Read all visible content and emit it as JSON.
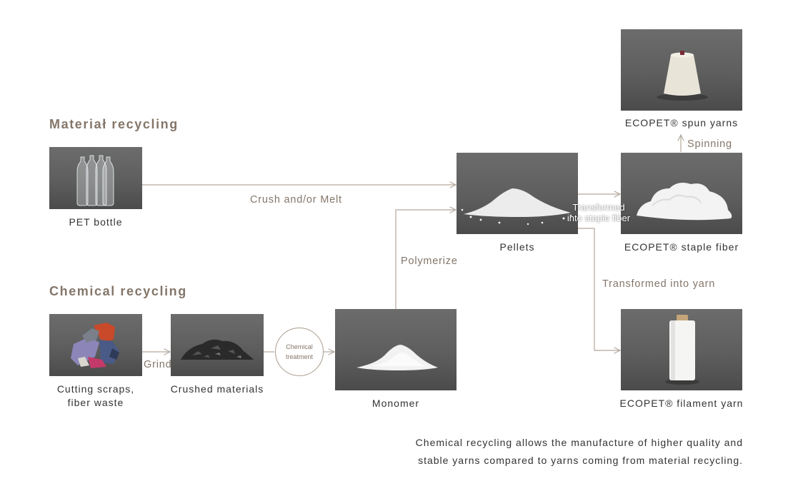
{
  "sections": {
    "material_title": "Materiał recycling",
    "chemical_title": "Chemical recycling"
  },
  "items": {
    "pet_bottle": "PET bottle",
    "cutting_scraps_line1": "Cutting scraps,",
    "cutting_scraps_line2": "fiber waste",
    "crushed_materials": "Crushed materials",
    "monomer": "Monomer",
    "pellets": "Pellets",
    "spun_yarns": "ECOPET® spun yarns",
    "staple_fiber": "ECOPET® staple fiber",
    "filament_yarn": "ECOPET® filament yarn"
  },
  "processes": {
    "crush_melt": "Crush and/or Melt",
    "grind": "Grind",
    "chemical_treatment_line1": "Chemical",
    "chemical_treatment_line2": "treatment",
    "polymerize": "Polymerize",
    "transformed_staple_line1": "Transformed",
    "transformed_staple_line2": "into staple fiber",
    "transformed_yarn": "Transformed into yarn",
    "spinning": "Spinning"
  },
  "note": {
    "line1": "Chemical recycling allows the manufacture of higher quality and",
    "line2": "stable yarns compared to yarns coming from material recycling."
  },
  "colors": {
    "accent": "#84766a",
    "connector": "#b3a89c",
    "text": "#333333",
    "photo_bg": "#5e5f5e"
  }
}
